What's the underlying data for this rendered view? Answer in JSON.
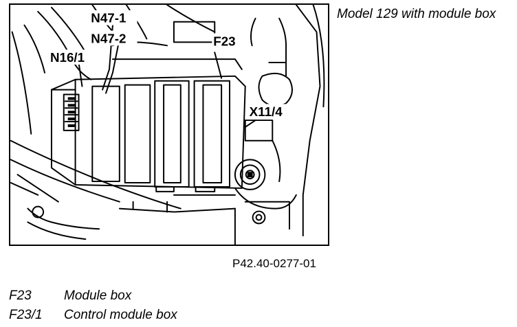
{
  "figure": {
    "labels": {
      "n47_1": "N47-1",
      "n47_2": "N47-2",
      "n16_1": "N16/1",
      "f23": "F23",
      "x11_4": "X11/4"
    },
    "caption": "Model 129 with module box",
    "figure_id": "P42.40-0277-01"
  },
  "legend": [
    {
      "code": "F23",
      "description": "Module box"
    },
    {
      "code": "F23/1",
      "description": "Control module box"
    }
  ]
}
